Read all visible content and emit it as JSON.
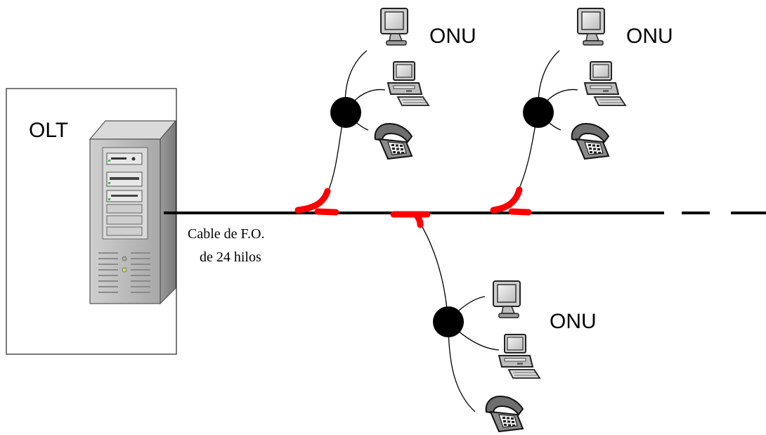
{
  "olt": {
    "label": "OLT"
  },
  "cable": {
    "line1": "Cable de F.O.",
    "line2": "de 24 hilos"
  },
  "onus": [
    {
      "label": "ONU"
    },
    {
      "label": "ONU"
    },
    {
      "label": "ONU"
    }
  ],
  "colors": {
    "splice_mark": "#ff0000",
    "fiber": "#000000",
    "splitter_node": "#000000"
  },
  "icons": {
    "olt_device": "server-tower-icon",
    "onu_monitor": "monitor-icon",
    "onu_workstation": "desktop-computer-icon",
    "onu_phone": "telephone-icon",
    "splitter": "splitter-node-icon"
  }
}
